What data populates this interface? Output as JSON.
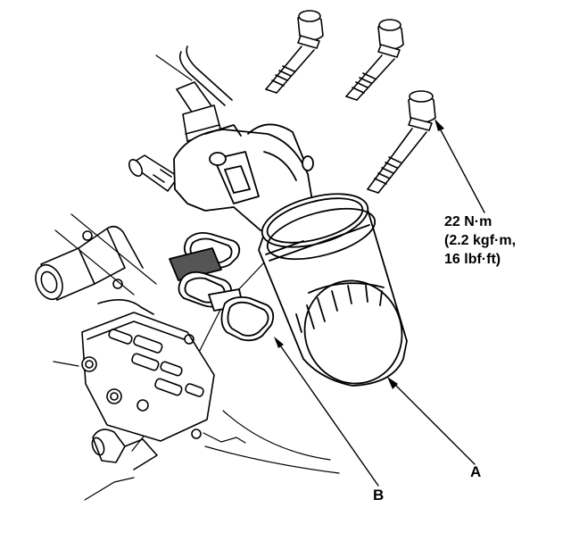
{
  "torque_spec": {
    "line1": "22 N·m",
    "line2": "(2.2 kgf·m,",
    "line3": "16 lbf·ft)"
  },
  "labels": {
    "a": "A",
    "b": "B"
  },
  "colors": {
    "ink": "#000000",
    "background": "#ffffff",
    "screen_fill": "#555555"
  }
}
